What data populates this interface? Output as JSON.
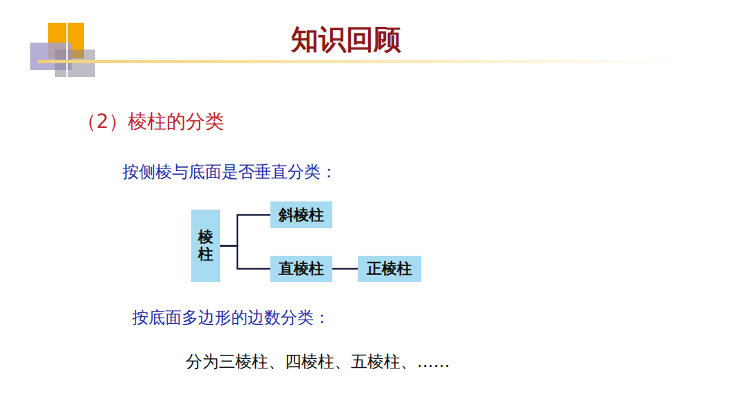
{
  "diagram": {
    "title": "知识回顾",
    "nodes": [
      {
        "text": [
          "棱柱"
        ]
      },
      {
        "text": [
          "斜棱柱"
        ]
      },
      {
        "text": [
          "直棱柱"
        ]
      },
      {
        "text": [
          "正棱柱"
        ]
      }
    ],
    "edges": [
      {
        "from": 0,
        "to": 1,
        "arrow": "none"
      },
      {
        "from": 0,
        "to": 2,
        "arrow": "none"
      },
      {
        "from": 2,
        "to": 3,
        "arrow": "none"
      }
    ],
    "labels": [
      "（2）棱柱的分类",
      "按侧棱与底面是否垂直分类：",
      "按底面多边形的边数分类：",
      "分为三棱柱、四棱柱、五棱柱、……"
    ]
  }
}
